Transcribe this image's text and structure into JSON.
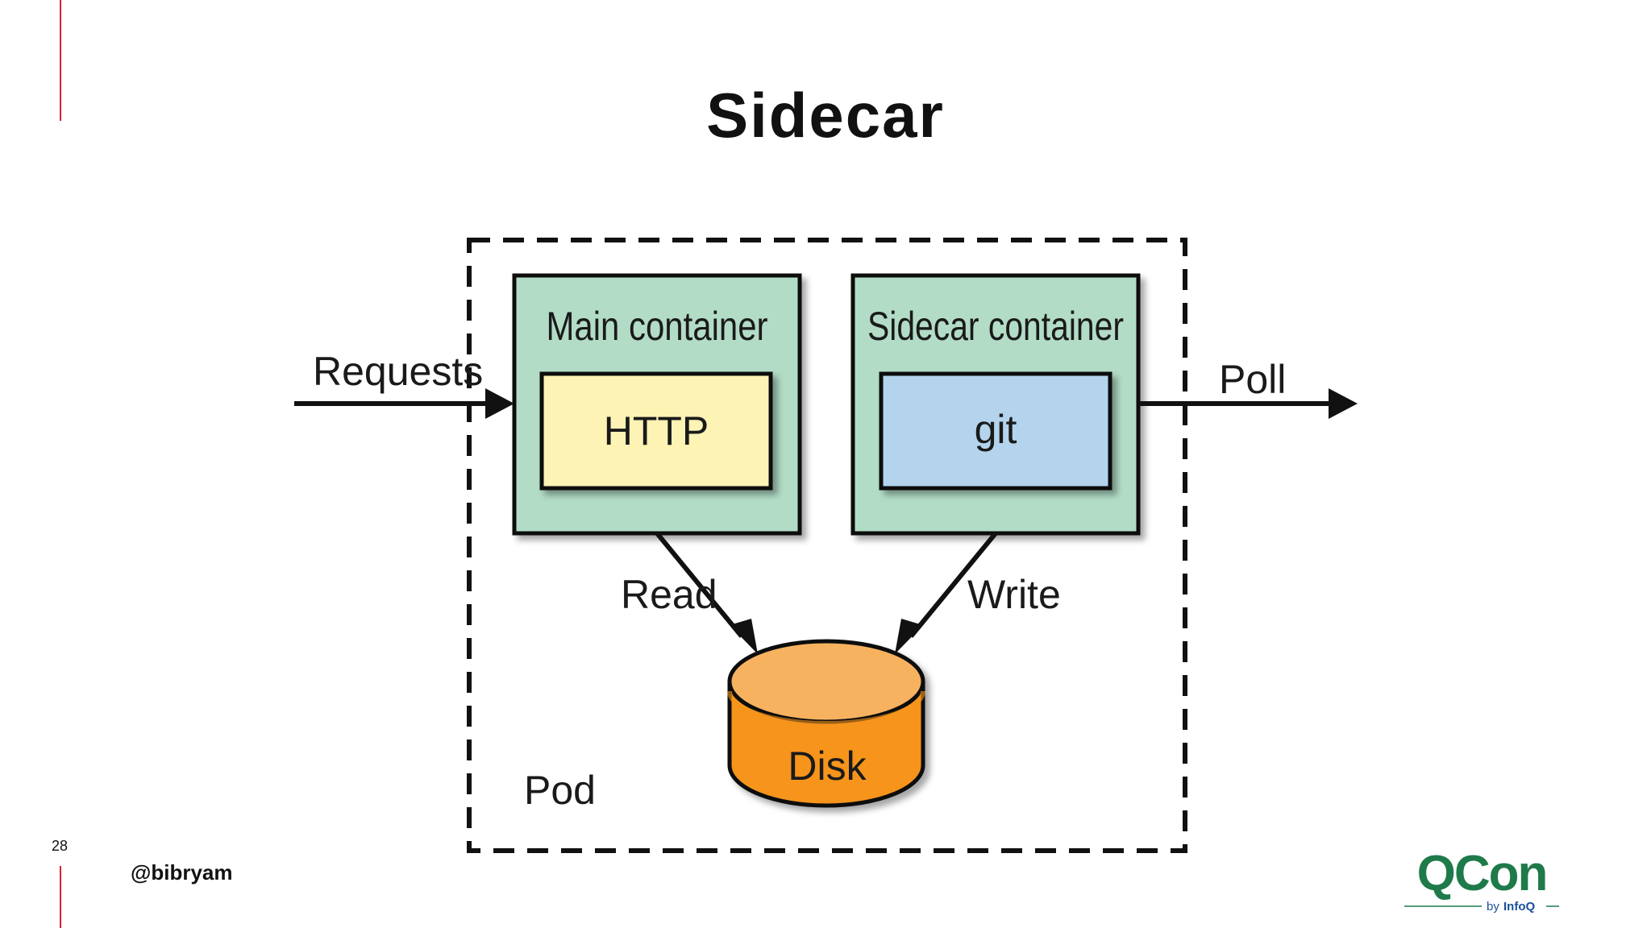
{
  "slide": {
    "title": "Sidecar",
    "page_number": "28",
    "handle": "@bibryam",
    "accent_color": "#e11d2e"
  },
  "diagram": {
    "pod_label": "Pod",
    "requests_label": "Requests",
    "poll_label": "Poll",
    "read_label": "Read",
    "write_label": "Write",
    "main_container": {
      "label": "Main container",
      "inner": "HTTP",
      "color": "#b2dcc6",
      "inner_color": "#fdf3b4"
    },
    "sidecar_container": {
      "label": "Sidecar container",
      "inner": "git",
      "color": "#b2dcc6",
      "inner_color": "#b3d4ec"
    },
    "disk": {
      "label": "Disk",
      "color": "#f6941f",
      "top_color": "#f7b260"
    }
  },
  "logo": {
    "name": "QCon",
    "byline_prefix": "by",
    "byline_brand": "InfoQ",
    "color": "#1f7a4a",
    "byline_color": "#1a4f9c"
  }
}
